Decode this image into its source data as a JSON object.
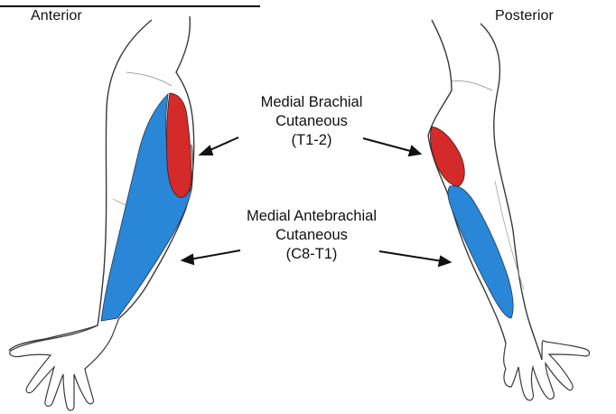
{
  "views": {
    "anterior": "Anterior",
    "posterior": "Posterior"
  },
  "nerves": [
    {
      "lines": [
        "Medial Brachial",
        "Cutaneous",
        "(T1-2)"
      ],
      "color": "#d42a2a"
    },
    {
      "lines": [
        "Medial Antebrachial",
        "Cutaneous",
        "(C8-T1)"
      ],
      "color": "#2a86d6"
    }
  ],
  "colors": {
    "outline": "#3a3a3a",
    "text": "#111111",
    "background": "#ffffff"
  }
}
